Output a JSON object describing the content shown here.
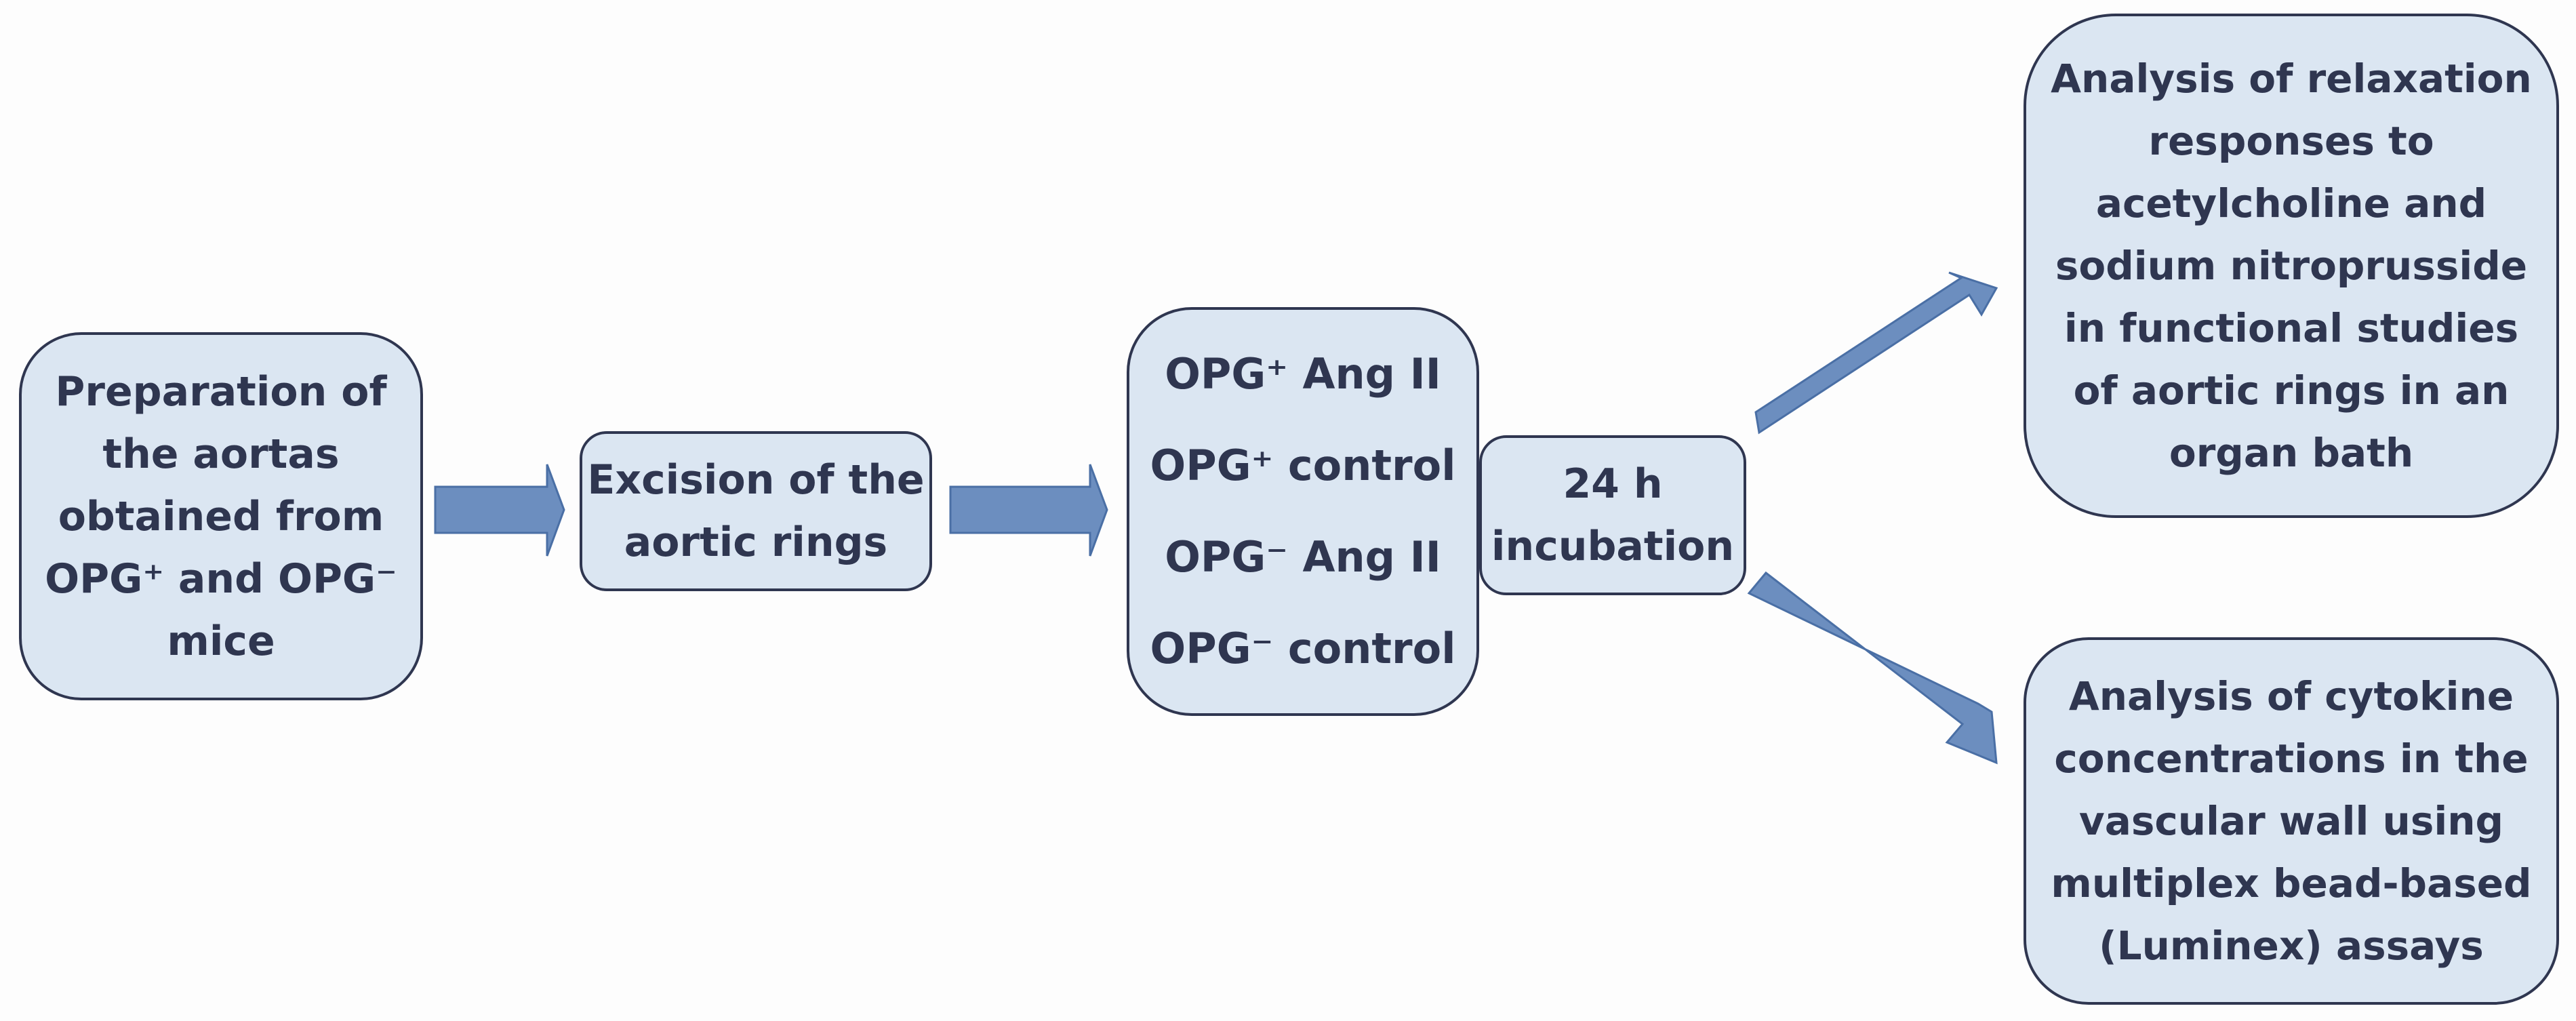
{
  "diagram": {
    "boxes": {
      "preparation": "Preparation of\nthe aortas\nobtained from\nOPG⁺ and OPG⁻\nmice",
      "excision": "Excision of the\naortic rings",
      "groups": [
        "OPG⁺ Ang II",
        "OPG⁺ control",
        "OPG⁻ Ang II",
        "OPG⁻ control"
      ],
      "incubation": "24 h\nincubation",
      "relaxation": "Analysis of relaxation\nresponses to\nacetylcholine and\nsodium nitroprusside\nin functional studies\nof aortic rings in an\norgan bath",
      "cytokine": "Analysis of cytokine\nconcentrations in the\nvascular wall using\nmultiplex bead-based\n(Luminex) assays"
    },
    "colors": {
      "box_fill": "#dbe6f2",
      "box_border": "#2f3650",
      "text": "#2f3650",
      "arrow_fill": "#6c8ebf"
    }
  }
}
